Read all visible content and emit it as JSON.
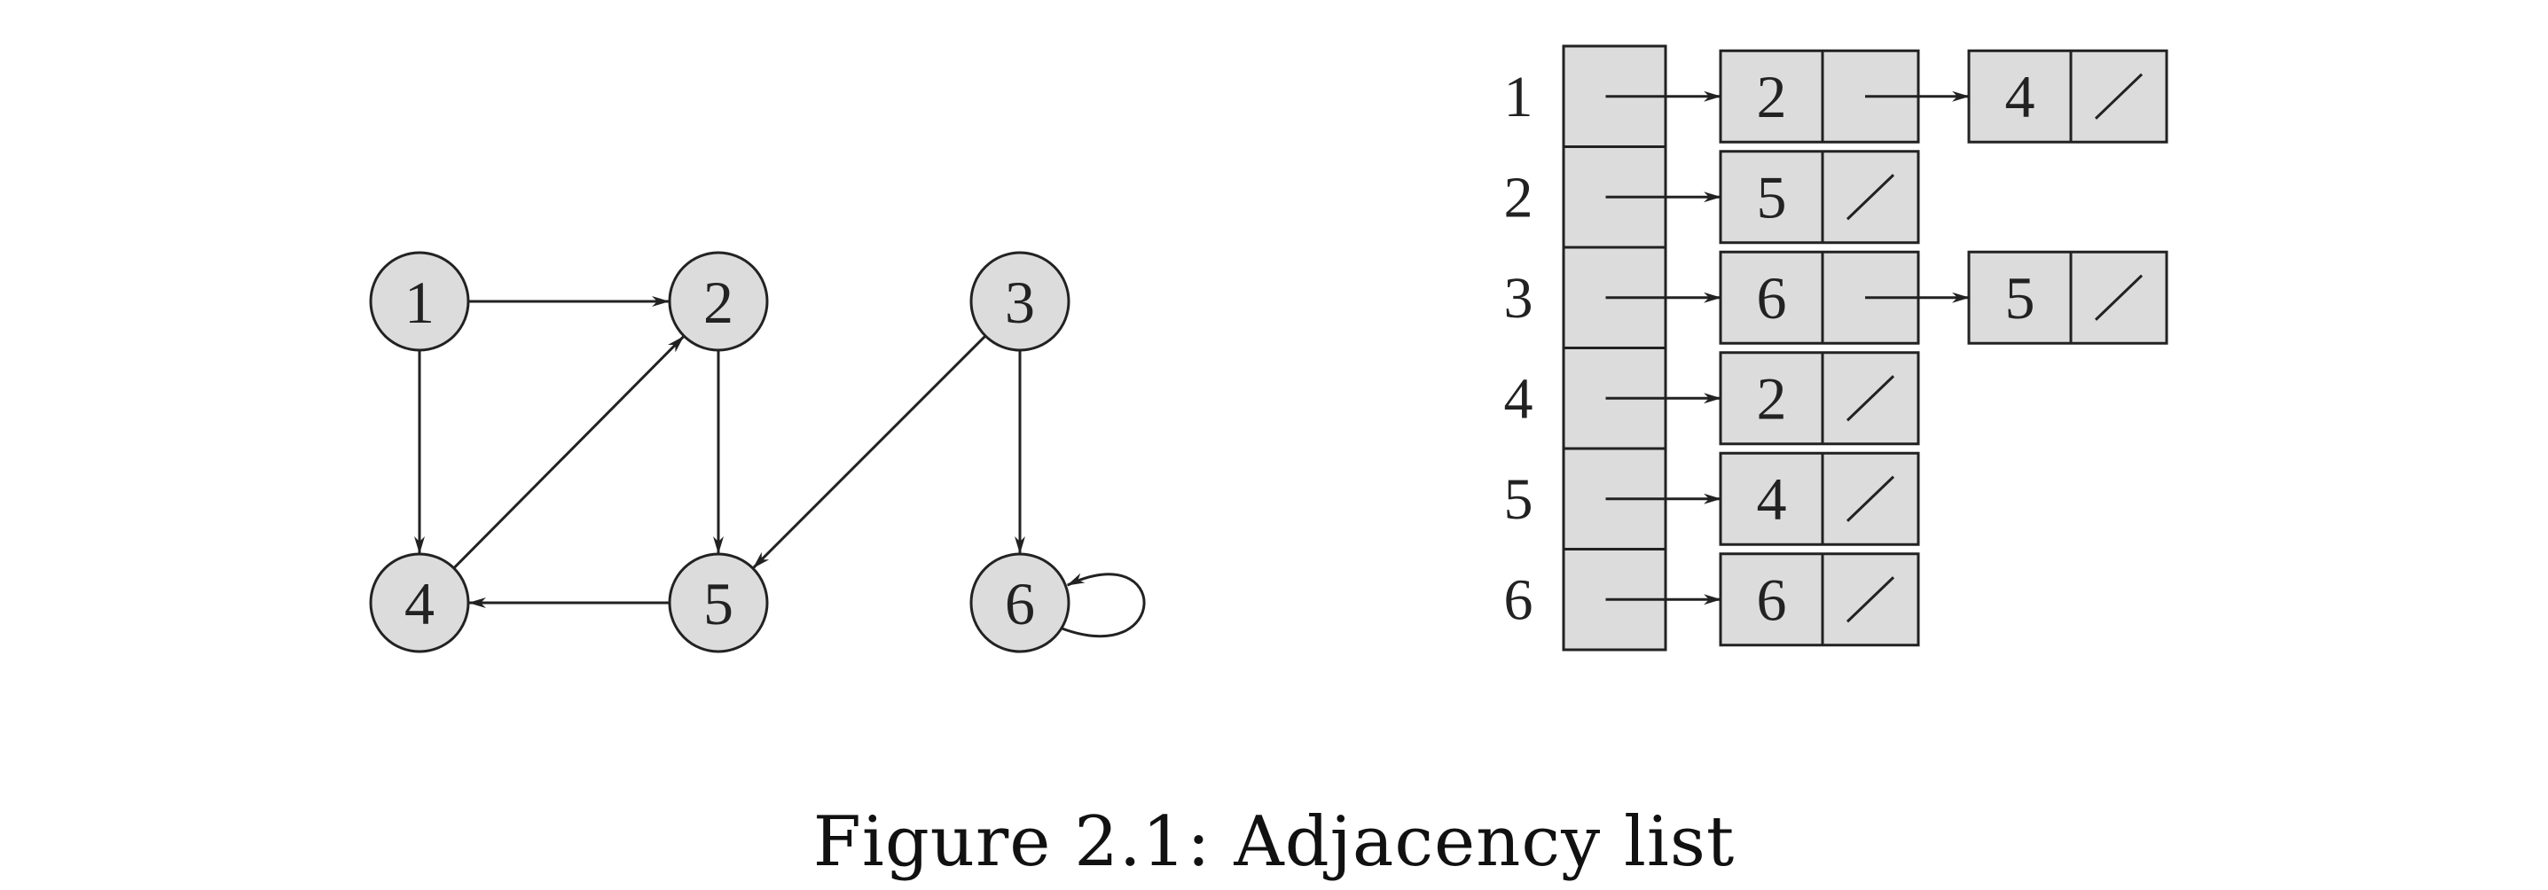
{
  "caption": "Figure 2.1: Adjacency list",
  "colors": {
    "node_fill": "#dcdcdc",
    "stroke": "#222222",
    "text": "#222222"
  },
  "graph": {
    "nodes": [
      {
        "id": "1",
        "label": "1"
      },
      {
        "id": "2",
        "label": "2"
      },
      {
        "id": "3",
        "label": "3"
      },
      {
        "id": "4",
        "label": "4"
      },
      {
        "id": "5",
        "label": "5"
      },
      {
        "id": "6",
        "label": "6"
      }
    ],
    "edges": [
      {
        "from": "1",
        "to": "2"
      },
      {
        "from": "1",
        "to": "4"
      },
      {
        "from": "2",
        "to": "5"
      },
      {
        "from": "3",
        "to": "5"
      },
      {
        "from": "3",
        "to": "6"
      },
      {
        "from": "4",
        "to": "2"
      },
      {
        "from": "5",
        "to": "4"
      },
      {
        "from": "6",
        "to": "6"
      }
    ]
  },
  "adjacency_list": [
    {
      "vertex": "1",
      "neighbors": [
        "2",
        "4"
      ]
    },
    {
      "vertex": "2",
      "neighbors": [
        "5"
      ]
    },
    {
      "vertex": "3",
      "neighbors": [
        "6",
        "5"
      ]
    },
    {
      "vertex": "4",
      "neighbors": [
        "2"
      ]
    },
    {
      "vertex": "5",
      "neighbors": [
        "4"
      ]
    },
    {
      "vertex": "6",
      "neighbors": [
        "6"
      ]
    }
  ]
}
